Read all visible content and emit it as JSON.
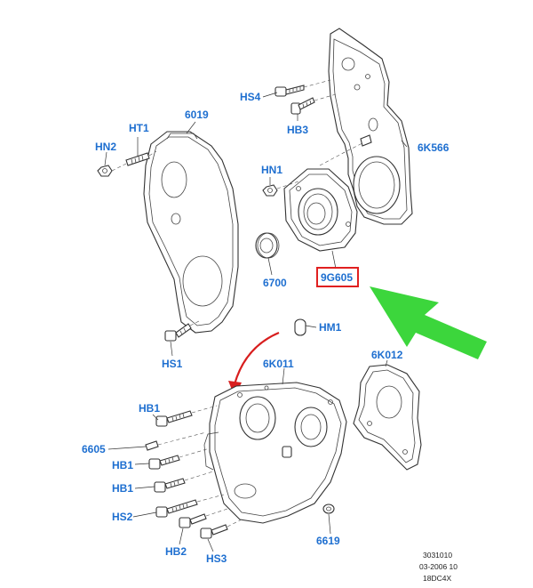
{
  "labels": {
    "hs4": "HS4",
    "hb3": "HB3",
    "p6k566": "6K566",
    "ht1": "HT1",
    "p6019": "6019",
    "hn2": "HN2",
    "hn1": "HN1",
    "p9g605": "9G605",
    "p6700": "6700",
    "hm1": "HM1",
    "hs1": "HS1",
    "p6k011": "6K011",
    "p6k012": "6K012",
    "hb1a": "HB1",
    "p6605": "6605",
    "hb1b": "HB1",
    "hb1c": "HB1",
    "hs2": "HS2",
    "hb2": "HB2",
    "hs3": "HS3",
    "p6619": "6619"
  },
  "reference": {
    "line1": "3031010",
    "line2": "03-2006 10",
    "line3": "18DC4X"
  },
  "colors": {
    "callout": "#1e6fd0",
    "highlight_box": "#e02020",
    "arrow_green": "#3cd63c",
    "arrow_red": "#d81e1e"
  },
  "highlighted_part": "9G605"
}
